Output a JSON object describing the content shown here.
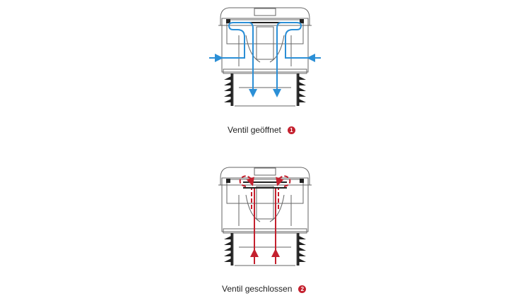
{
  "diagrams": [
    {
      "caption": "Ventil geöffnet",
      "badge": "1",
      "state": "open",
      "arrow_color": "#2b8fd6"
    },
    {
      "caption": "Ventil geschlossen",
      "badge": "2",
      "state": "closed",
      "arrow_color": "#c4202e"
    }
  ],
  "colors": {
    "outline": "#666666",
    "badge": "#c4202e",
    "dark": "#222222"
  }
}
